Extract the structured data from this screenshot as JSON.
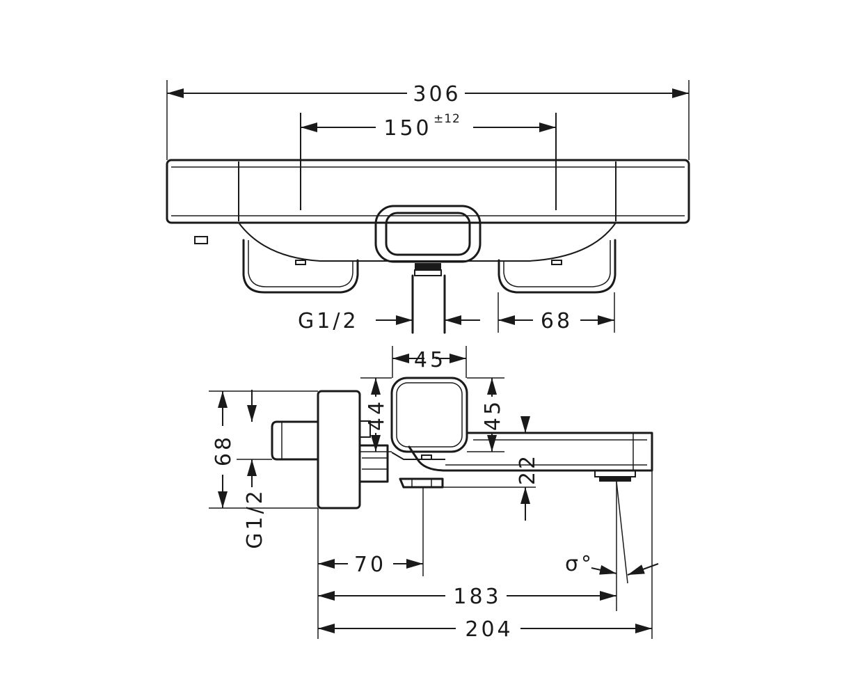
{
  "dimensions": {
    "overall_width": "306",
    "inlet_spacing": "150",
    "inlet_tolerance": "±12",
    "top_thread": "G1/2",
    "handle_depth": "68",
    "knob_width": "45",
    "knob_height_left": "44",
    "knob_height_right": "45",
    "body_height": "68",
    "side_thread": "G1/2",
    "spout_offset": "22",
    "inlet_to_outlet": "70",
    "projection_outlet": "183",
    "total_projection": "204",
    "angle": "σ°"
  }
}
